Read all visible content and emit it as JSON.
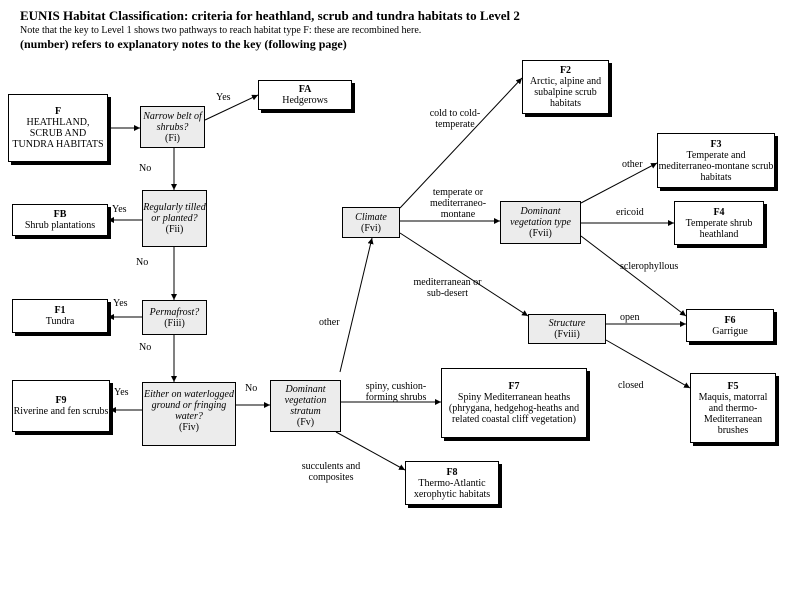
{
  "header": {
    "title": "EUNIS Habitat Classification: criteria for heathland, scrub and tundra habitats to Level 2",
    "note": "Note that the key to Level 1 shows two pathways to reach habitat type F: these are recombined here.",
    "explanatory": "(number) refers to explanatory notes to the key (following page)"
  },
  "root": {
    "code": "F",
    "name": "HEATHLAND, SCRUB AND TUNDRA HABITATS"
  },
  "questions": {
    "fi": {
      "text": "Narrow belt of shrubs?",
      "code": "(Fi)"
    },
    "fii": {
      "text": "Regularly tilled or planted?",
      "code": "(Fii)"
    },
    "fiii": {
      "text": "Permafrost?",
      "code": "(Fiii)"
    },
    "fiv": {
      "text": "Either on waterlogged ground or fringing water?",
      "code": "(Fiv)"
    },
    "fv": {
      "text": "Dominant vegetation stratum",
      "code": "(Fv)"
    },
    "fvi": {
      "text": "Climate",
      "code": "(Fvi)"
    },
    "fvii": {
      "text": "Dominant vegetation type",
      "code": "(Fvii)"
    },
    "fviii": {
      "text": "Structure",
      "code": "(Fviii)"
    }
  },
  "habitats": {
    "fa": {
      "code": "FA",
      "name": "Hedgerows"
    },
    "fb": {
      "code": "FB",
      "name": "Shrub plantations"
    },
    "f1": {
      "code": "F1",
      "name": "Tundra"
    },
    "f9": {
      "code": "F9",
      "name": "Riverine and fen scrubs"
    },
    "f2": {
      "code": "F2",
      "name": "Arctic, alpine and subalpine scrub habitats"
    },
    "f3": {
      "code": "F3",
      "name": "Temperate and mediterraneo-montane scrub habitats"
    },
    "f4": {
      "code": "F4",
      "name": "Temperate shrub heathland"
    },
    "f6": {
      "code": "F6",
      "name": "Garrigue"
    },
    "f5": {
      "code": "F5",
      "name": "Maquis, matorral and thermo-Mediterranean brushes"
    },
    "f7": {
      "code": "F7",
      "name": "Spiny Mediterranean heaths (phrygana, hedgehog-heaths and related coastal cliff vegetation)"
    },
    "f8": {
      "code": "F8",
      "name": "Thermo-Atlantic xerophytic habitats"
    }
  },
  "edge_labels": {
    "fi_yes": "Yes",
    "fi_no": "No",
    "fii_yes": "Yes",
    "fii_no": "No",
    "fiii_yes": "Yes",
    "fiii_no": "No",
    "fiv_yes": "Yes",
    "fiv_no": "No",
    "fv_other": "other",
    "fv_spiny": "spiny, cushion-forming shrubs",
    "fv_succulents": "succulents and composites",
    "fvi_cold": "cold to cold-temperate",
    "fvi_temperate": "temperate or mediterraneo-montane",
    "fvi_med": "mediterranean or sub-desert",
    "fvii_other": "other",
    "fvii_ericoid": "ericoid",
    "fvii_sclero": "sclerophyllous",
    "fviii_open": "open",
    "fviii_closed": "closed"
  }
}
